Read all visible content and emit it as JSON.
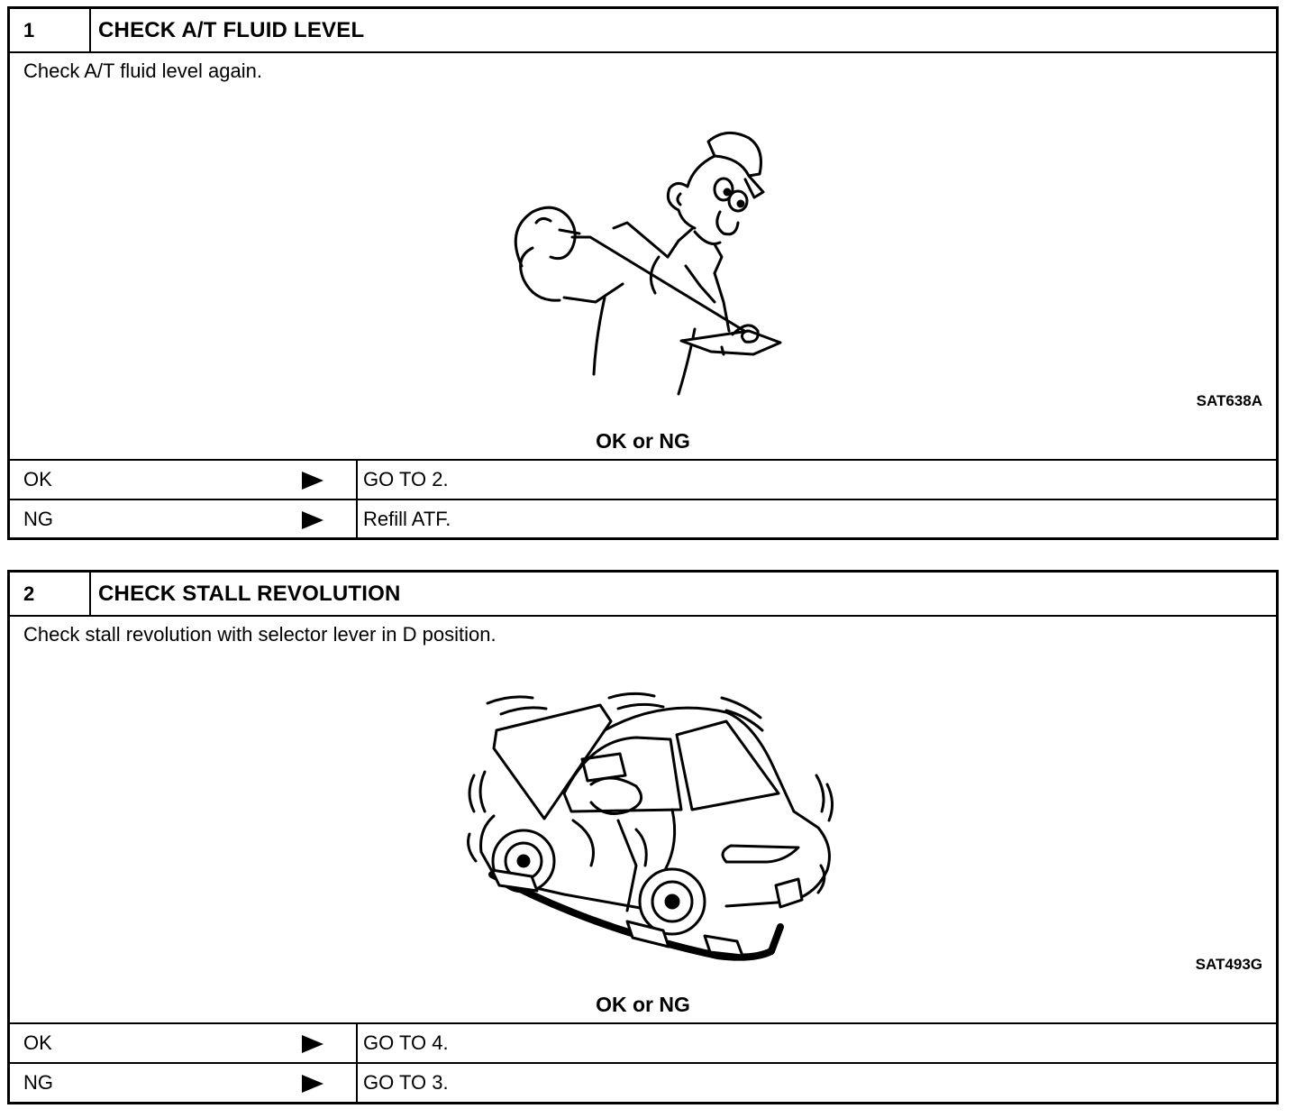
{
  "steps": [
    {
      "number": "1",
      "title": "CHECK A/T FLUID LEVEL",
      "description": "Check A/T fluid level again.",
      "figure_code": "SAT638A",
      "question": "OK or NG",
      "rows": [
        {
          "label": "OK",
          "result": "GO TO 2."
        },
        {
          "label": "NG",
          "result": "Refill ATF."
        }
      ]
    },
    {
      "number": "2",
      "title": "CHECK STALL REVOLUTION",
      "description": "Check stall revolution with selector lever in D position.",
      "figure_code": "SAT493G",
      "question": "OK or NG",
      "rows": [
        {
          "label": "OK",
          "result": "GO TO 4."
        },
        {
          "label": "NG",
          "result": "GO TO 3."
        }
      ]
    }
  ],
  "icons": {
    "arrow": "play-arrow-icon",
    "figure1": "mechanic-checking-dipstick-illustration",
    "figure2": "car-engine-running-illustration"
  }
}
